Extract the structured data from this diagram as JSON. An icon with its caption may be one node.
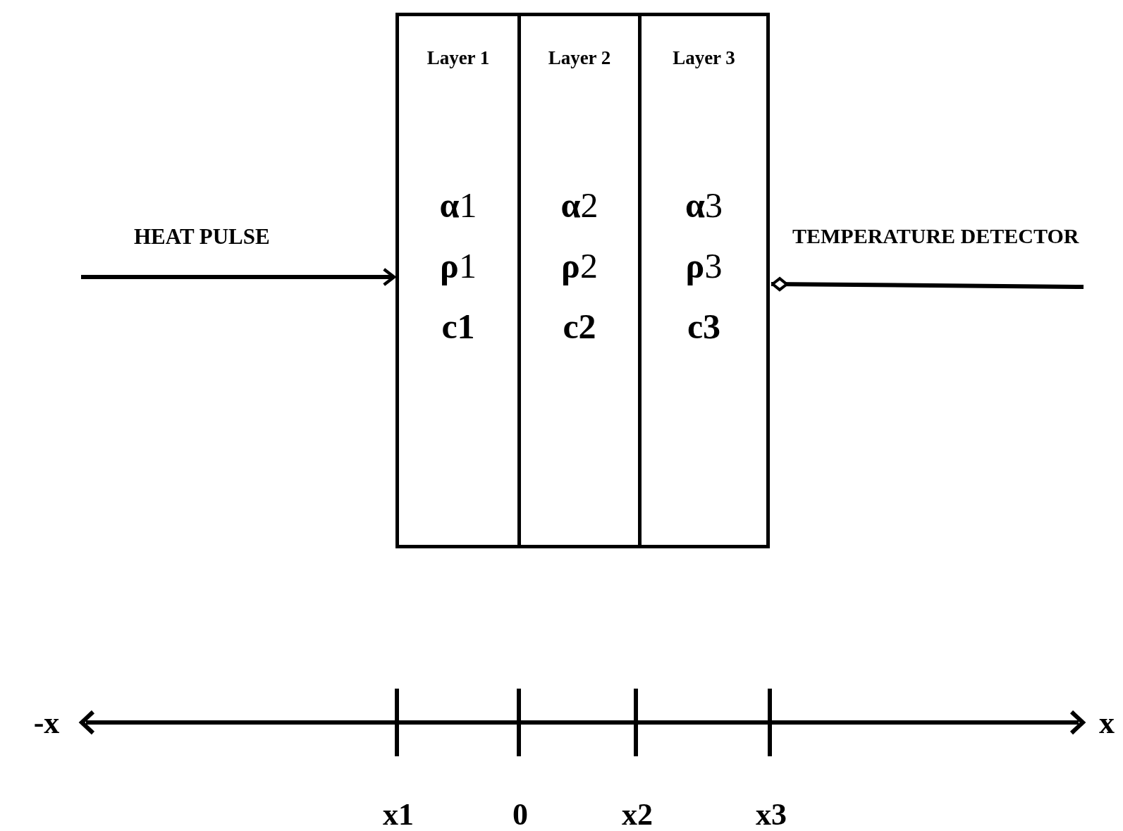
{
  "diagram": {
    "nodes": [
      {
        "text": [
          "Layer 1",
          "**α**1",
          "**ρ**1",
          "c1"
        ]
      },
      {
        "text": [
          "Layer 2",
          "**α**2",
          "**ρ**2",
          "c2"
        ]
      },
      {
        "text": [
          "Layer 3",
          "**α**3",
          "**ρ**3",
          "c3"
        ]
      }
    ],
    "edges": [
      {
        "from": null,
        "to": 0,
        "arrow": "to",
        "label": "HEAT PULSE"
      },
      {
        "from": 2,
        "to": null,
        "arrow": "other",
        "label": "TEMPERATURE DETECTOR"
      }
    ],
    "labels": [
      "-x",
      "x",
      "x1",
      "0",
      "x2",
      "x3"
    ]
  }
}
